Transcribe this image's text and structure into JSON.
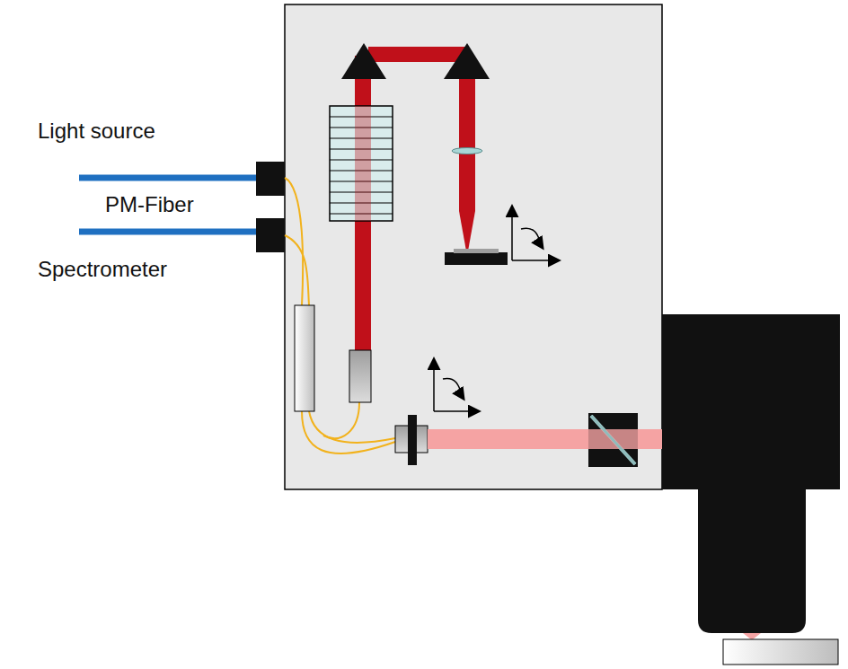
{
  "diagram": {
    "labels": [
      "Light source",
      "PM-Fiber",
      "Spectrometer"
    ]
  }
}
